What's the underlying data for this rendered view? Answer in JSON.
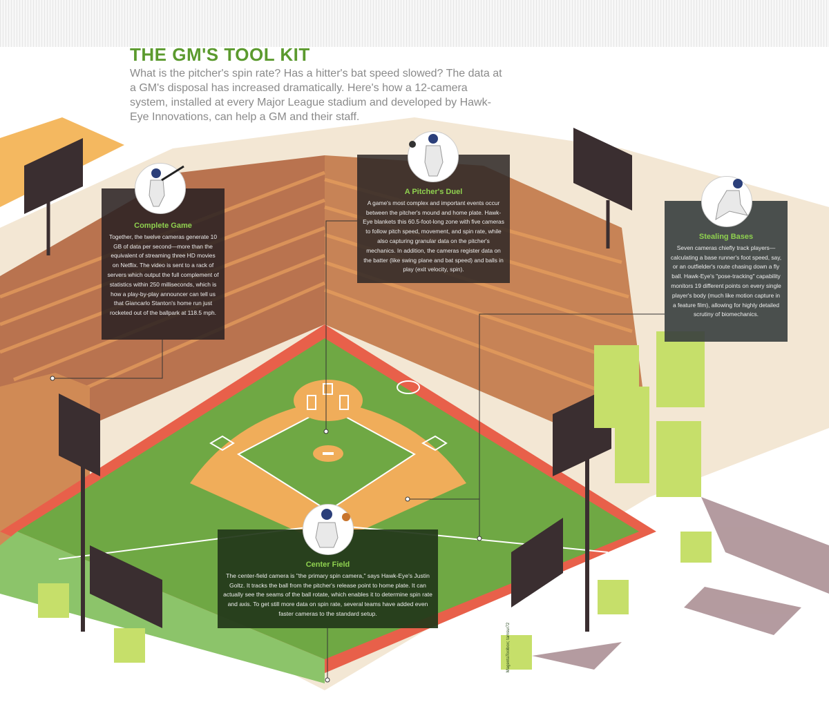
{
  "header": {
    "title": "THE GM'S TOOL KIT",
    "intro": "What is the pitcher's spin rate? Has a hitter's bat speed slowed? The data at a GM's disposal has increased dramatically. Here's how a 12-camera system, installed at every Major League stadium and developed by Hawk-Eye Innovations, can help a GM and their staff."
  },
  "callouts": [
    {
      "title": "Complete Game",
      "body": "Together, the twelve cameras generate 10 GB of data per second—more than the equivalent of streaming three HD movies on Netflix. The video is sent to a rack of servers which output the full complement of statistics within 250 milliseconds, which is how a play-by-play announcer can tell us that Giancarlo Stanton's home run just rocketed out of the ballpark at 118.5 mph.",
      "icon": "batter-icon"
    },
    {
      "title": "A Pitcher's Duel",
      "body": "A game's most complex and important events occur between the pitcher's mound and home plate. Hawk-Eye blankets this 60.5-foot-long zone with five cameras to follow pitch speed, movement, and spin rate, while also capturing granular data on the pitcher's mechanics. In addition, the cameras register data on the batter (like swing plane and bat speed) and balls in play (exit velocity, spin).",
      "icon": "pitcher-icon"
    },
    {
      "title": "Stealing Bases",
      "body": "Seven cameras chiefly track players—calculating a base runner's foot speed, say, or an outfielder's route chasing down a fly ball. Hawk-Eye's \"pose-tracking\" capability monitors 19 different points on every single player's body (much like motion capture in a feature film), allowing for highly detailed scrutiny of biomechanics.",
      "icon": "runner-icon"
    },
    {
      "title": "Center Field",
      "body": "The center-field camera is \"the primary spin camera,\" says Hawk-Eye's Justin Goltz. It tracks the ball from the pitcher's release point to home plate. It can actually see the seams of the ball rotate, which enables it to determine spin rate and axis. To get still more data on spin rate, several teams have added even faster cameras to the standard setup.",
      "icon": "catcher-icon"
    }
  ],
  "credit": "MagentaToolbox; tamsur72",
  "colors": {
    "title": "#5b9a2e",
    "accent": "#8fd14f",
    "field": "#6fa844",
    "dirt": "#f0ad5a",
    "track": "#e8604a"
  }
}
